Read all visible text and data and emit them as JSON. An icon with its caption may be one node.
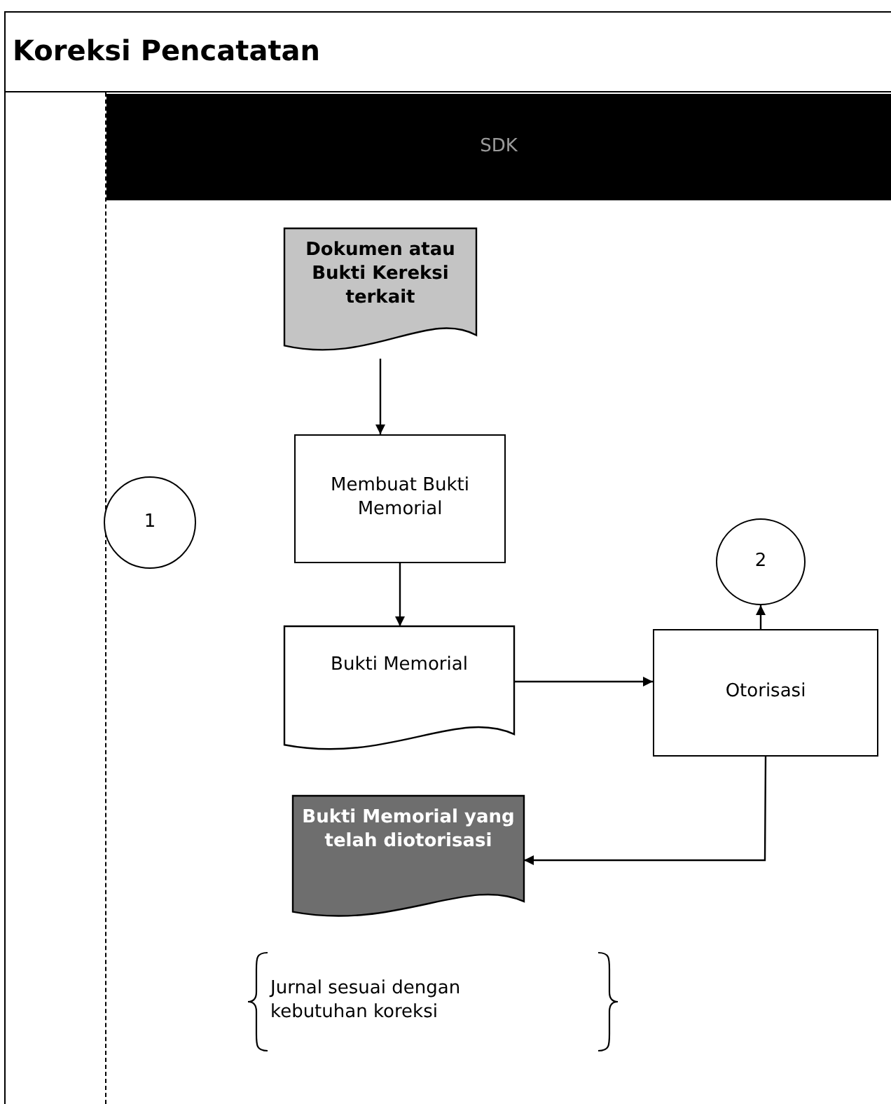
{
  "diagram": {
    "title": "Koreksi Pencatatan",
    "nodes": [
      {
        "text": [
          "SDK"
        ]
      },
      {
        "text": [
          "Dokumen atau Bukti Kereksi terkait"
        ]
      },
      {
        "text": [
          "1"
        ]
      },
      {
        "text": [
          "Membuat Bukti Memorial"
        ]
      },
      {
        "text": [
          "2"
        ]
      },
      {
        "text": [
          "Bukti Memorial"
        ]
      },
      {
        "text": [
          "Otorisasi"
        ]
      },
      {
        "text": [
          "Bukti Memorial yang telah diotorisasi"
        ]
      },
      {
        "text": [
          "Jurnal sesuai dengan kebutuhan koreksi"
        ]
      }
    ],
    "edges": [
      {
        "from": 1,
        "to": 3,
        "arrow": "to"
      },
      {
        "from": 3,
        "to": 5,
        "arrow": "to"
      },
      {
        "from": 5,
        "to": 6,
        "arrow": "to"
      },
      {
        "from": 6,
        "to": 4,
        "arrow": "to"
      },
      {
        "from": 6,
        "to": 7,
        "arrow": "to"
      }
    ]
  }
}
